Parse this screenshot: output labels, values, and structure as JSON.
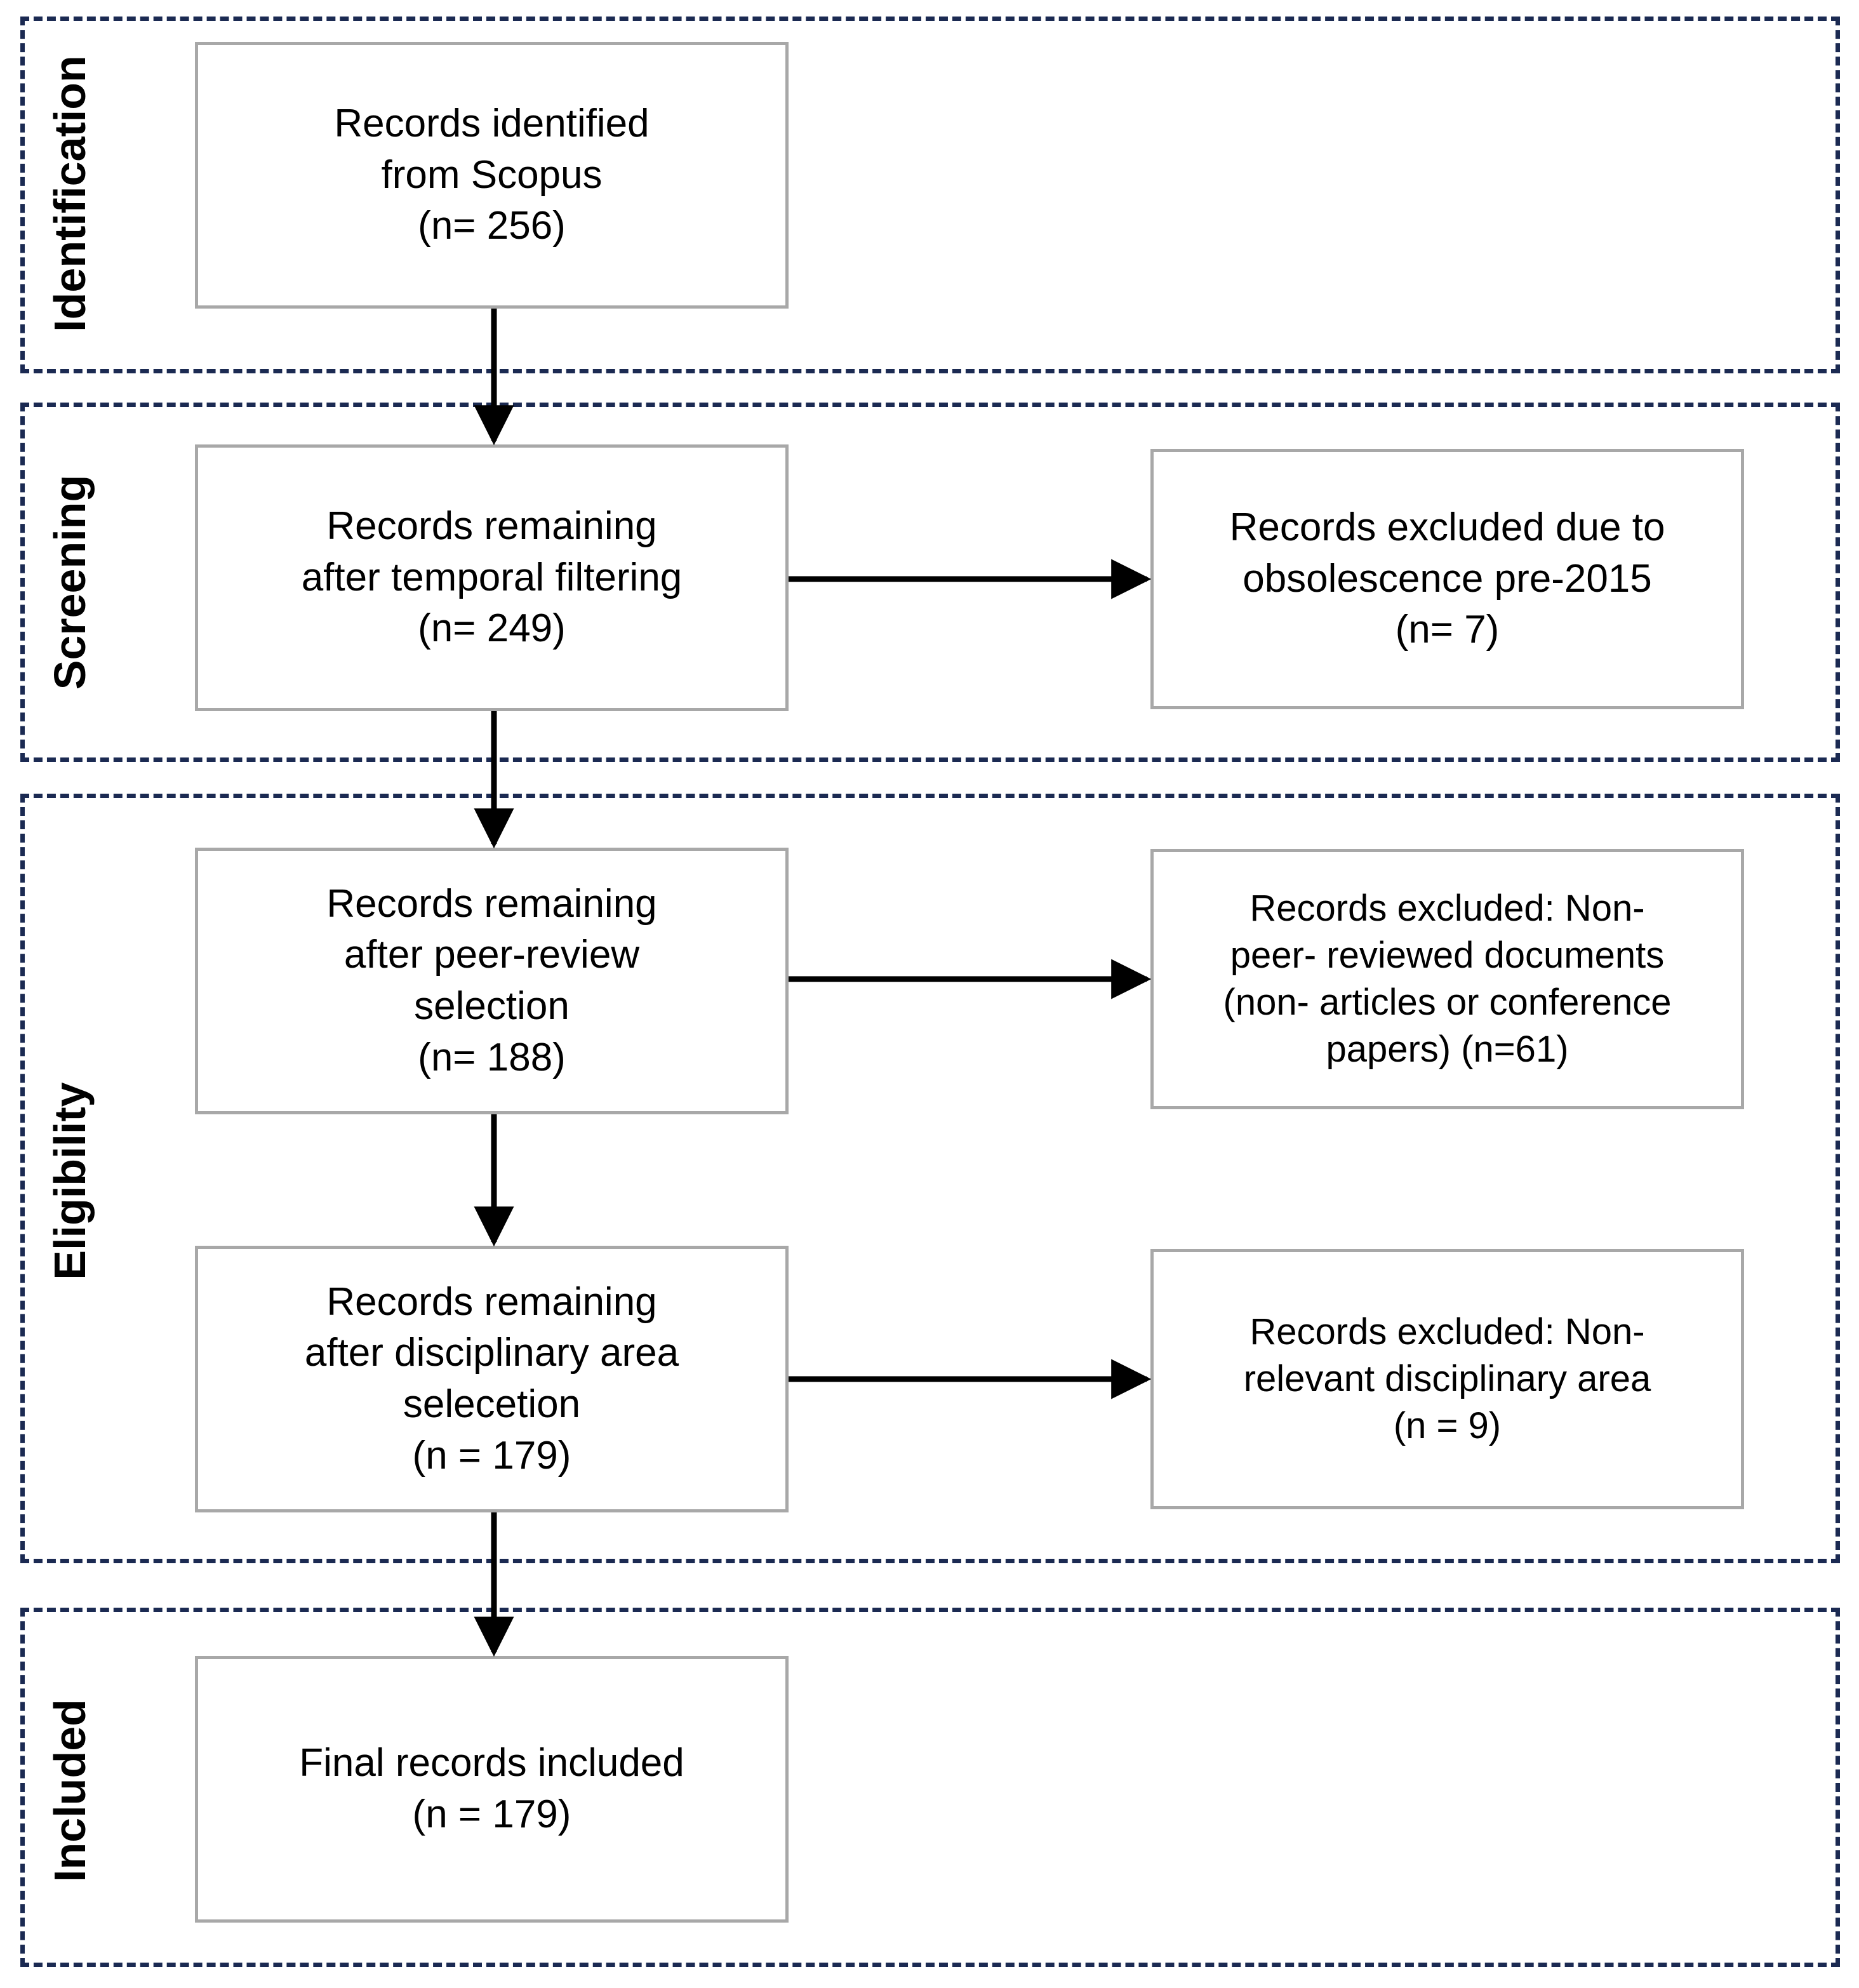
{
  "diagram": {
    "type": "prisma-flow-diagram",
    "colors": {
      "stage_border": "#1b2a52",
      "box_border": "#a8a8a8",
      "arrow": "#000000",
      "text": "#000000",
      "background": "#ffffff"
    }
  },
  "stages": [
    {
      "id": "identification",
      "label": "Identification"
    },
    {
      "id": "screening",
      "label": "Screening"
    },
    {
      "id": "eligibility",
      "label": "Eligibility"
    },
    {
      "id": "included",
      "label": "Included"
    }
  ],
  "boxes": {
    "identified": {
      "text": "Records identified\nfrom Scopus\n(n= 256)",
      "count_label": "(n= 256)",
      "count": 256
    },
    "after_temporal": {
      "text": "Records remaining\nafter temporal filtering\n(n= 249)",
      "count_label": "(n= 249)",
      "count": 249
    },
    "excluded_obsolete": {
      "text": "Records excluded due to\nobsolescence pre-2015\n(n= 7)",
      "count_label": "(n= 7)",
      "count": 7
    },
    "after_peer_review": {
      "text": "Records remaining\nafter peer-review\nselection\n(n= 188)",
      "count_label": "(n= 188)",
      "count": 188
    },
    "excluded_non_peer": {
      "text": "Records excluded: Non-\npeer- reviewed documents\n(non- articles or conference\npapers) (n=61)",
      "count_label": "(n=61)",
      "count": 61
    },
    "after_discipline": {
      "text": "Records remaining\nafter disciplinary area\nselecetion\n(n = 179)",
      "count_label": "(n = 179)",
      "count": 179
    },
    "excluded_non_relevant": {
      "text": "Records excluded: Non-\nrelevant disciplinary area\n(n = 9)",
      "count_label": "(n = 9)",
      "count": 9
    },
    "final_included": {
      "text": "Final records included\n(n = 179)",
      "count_label": "(n = 179)",
      "count": 179
    }
  },
  "flow": [
    {
      "from": "identified",
      "to": "after_temporal",
      "direction": "down"
    },
    {
      "from": "after_temporal",
      "to": "excluded_obsolete",
      "direction": "right"
    },
    {
      "from": "after_temporal",
      "to": "after_peer_review",
      "direction": "down"
    },
    {
      "from": "after_peer_review",
      "to": "excluded_non_peer",
      "direction": "right"
    },
    {
      "from": "after_peer_review",
      "to": "after_discipline",
      "direction": "down"
    },
    {
      "from": "after_discipline",
      "to": "excluded_non_relevant",
      "direction": "right"
    },
    {
      "from": "after_discipline",
      "to": "final_included",
      "direction": "down"
    }
  ]
}
